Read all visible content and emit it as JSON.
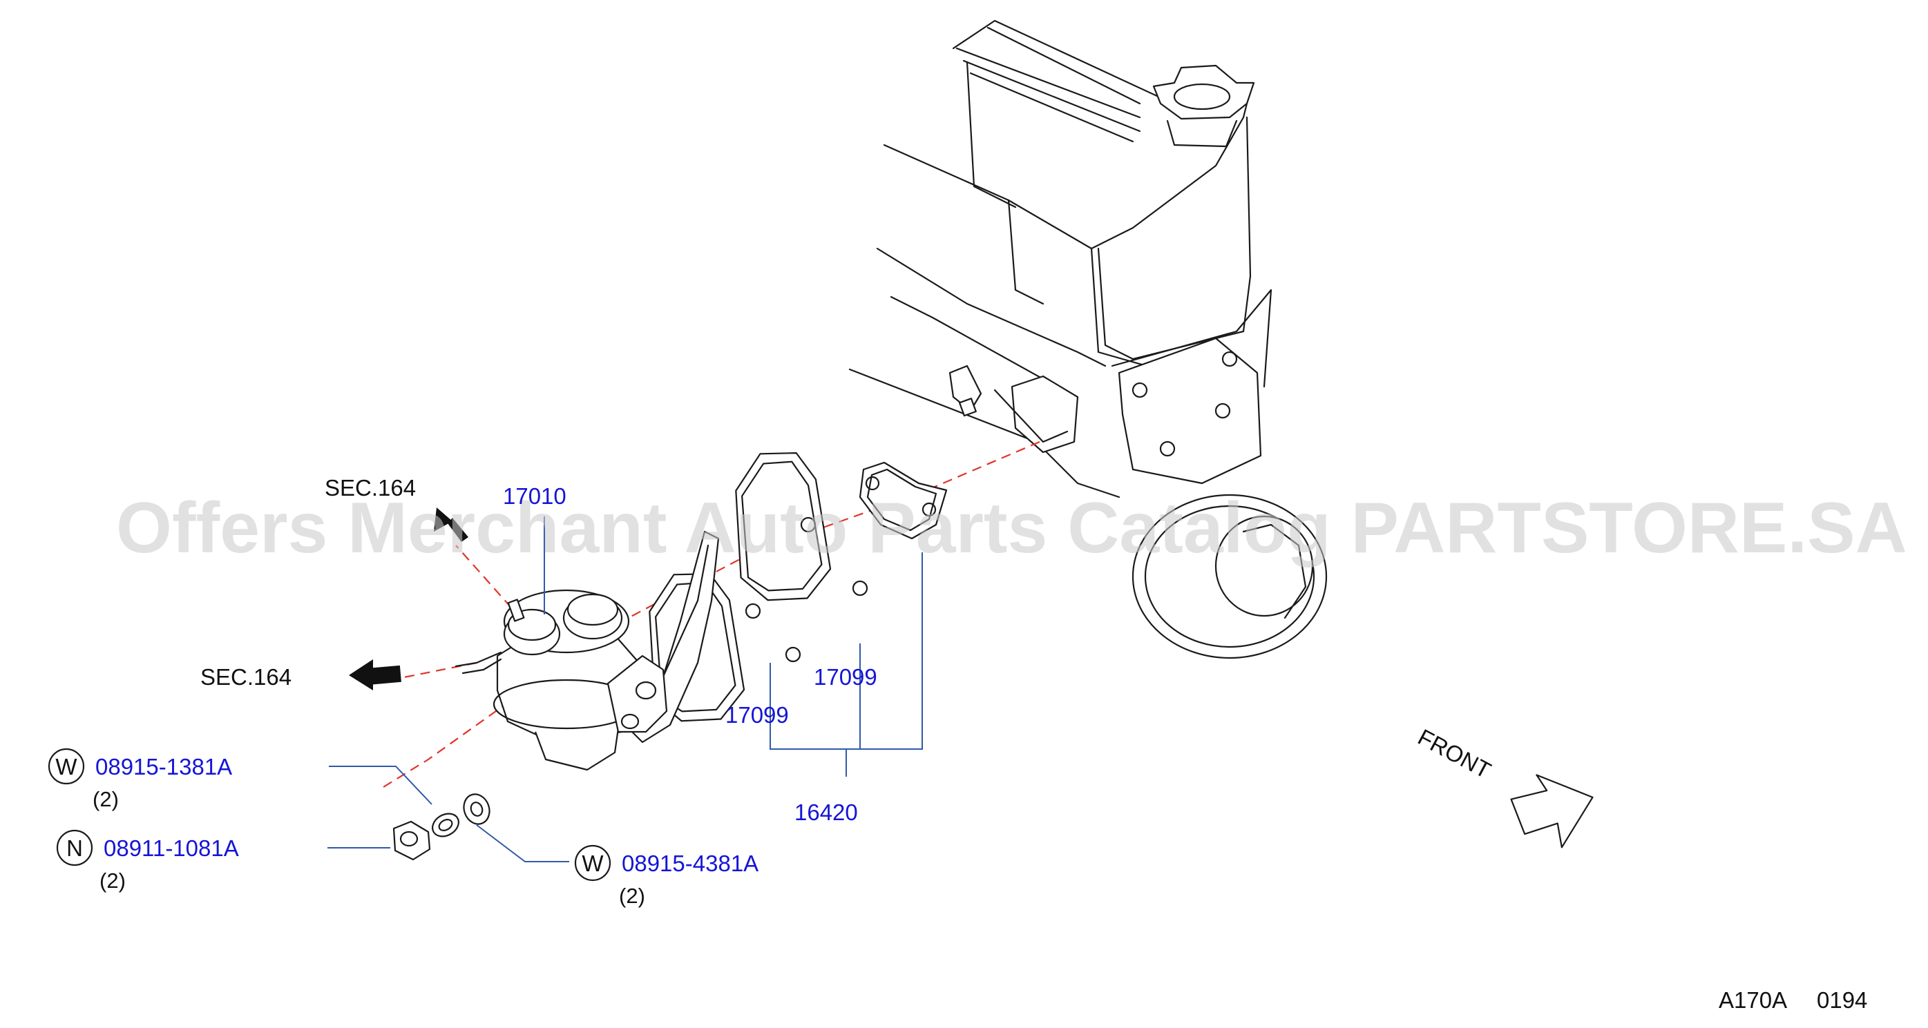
{
  "watermark": "Offers Merchant Auto Parts Catalog PARTSTORE.SA",
  "section_refs": [
    "SEC.164",
    "SEC.164"
  ],
  "front_label": "FRONT",
  "diagram_code": "A170A",
  "diagram_number": "0194",
  "callouts": {
    "pump": {
      "part_no": "17010"
    },
    "gasket_a": {
      "part_no": "17099"
    },
    "gasket_b": {
      "part_no": "17099"
    },
    "gasket_kit": {
      "part_no": "16420"
    },
    "washer_1": {
      "symbol": "W",
      "part_no": "08915-1381A",
      "qty": "(2)"
    },
    "nut": {
      "symbol": "N",
      "part_no": "08911-1081A",
      "qty": "(2)"
    },
    "washer_2": {
      "symbol": "W",
      "part_no": "08915-4381A",
      "qty": "(2)"
    }
  },
  "colors": {
    "part_link": "#1515d6",
    "leader": "#2f5aa8",
    "centerline": "#e0352b"
  }
}
